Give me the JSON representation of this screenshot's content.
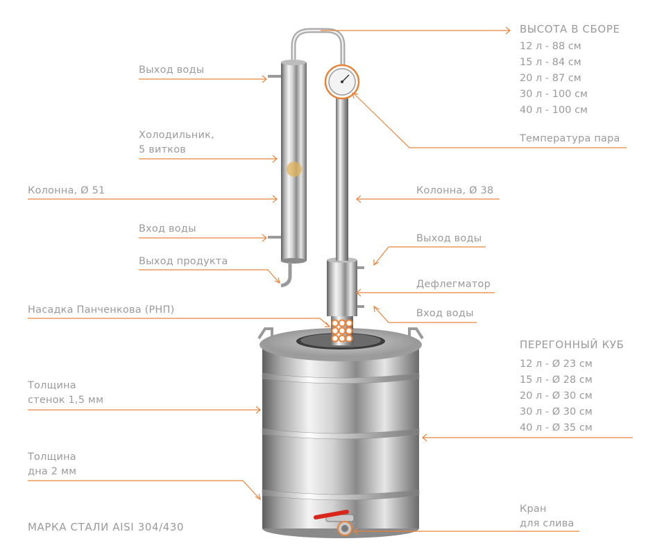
{
  "colors": {
    "accent": "#e8833a",
    "label_text": "#9a9a9a",
    "steel_light": "#f1f1f1",
    "steel_dark": "#6e6e6e",
    "faucet_red": "#d9261c"
  },
  "left_labels": {
    "water_out_cooler": "Выход воды",
    "cooler": "Холодильник,\n5 витков",
    "column_51": "Колонна, Ø 51",
    "water_in_cooler": "Вход воды",
    "product_out": "Выход продукта",
    "panchenkov": "Насадка Панченкова (РНП)",
    "wall": "Толщина\nстенок 1,5 мм",
    "bottom": "Толщина\nдна 2 мм",
    "steel_grade": "МАРКА СТАЛИ AISI 304/430"
  },
  "right_labels": {
    "height_title": "ВЫСОТА В СБОРЕ",
    "heights": [
      "12 л - 88 см",
      "15 л - 84 см",
      "20 л - 87 см",
      "30 л - 100 см",
      "40 л - 100 см"
    ],
    "steam_temp": "Температура пара",
    "column_38": "Колонна, Ø 38",
    "water_out_deflegmator": "Выход воды",
    "deflegmator": "Дефлегматор",
    "water_in_deflegmator": "Вход воды",
    "cube_title": "ПЕРЕГОННЫЙ КУБ",
    "cube_sizes": [
      "12 л - Ø 23 см",
      "15 л - Ø 28 см",
      "20 л - Ø 30 см",
      "30 л - Ø 30 см",
      "40 л - Ø 35 см"
    ],
    "drain_tap": "Кран\nдля слива"
  }
}
